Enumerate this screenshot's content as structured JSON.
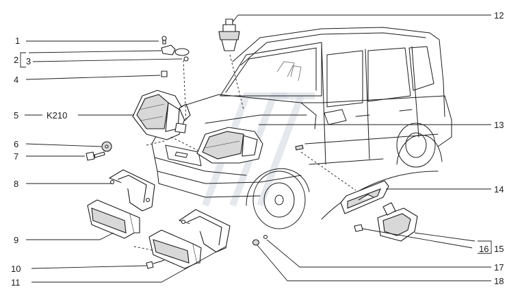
{
  "callouts": {
    "c1": "1",
    "c2": "2",
    "c3": "3",
    "c4": "4",
    "c5": "5",
    "c5_code": "K210",
    "c6": "6",
    "c7": "7",
    "c8": "8",
    "c9": "9",
    "c10": "10",
    "c11": "11",
    "c12": "12",
    "c13": "13",
    "c14": "14",
    "c15": "15",
    "c16": "16",
    "c17": "17",
    "c18": "18"
  }
}
